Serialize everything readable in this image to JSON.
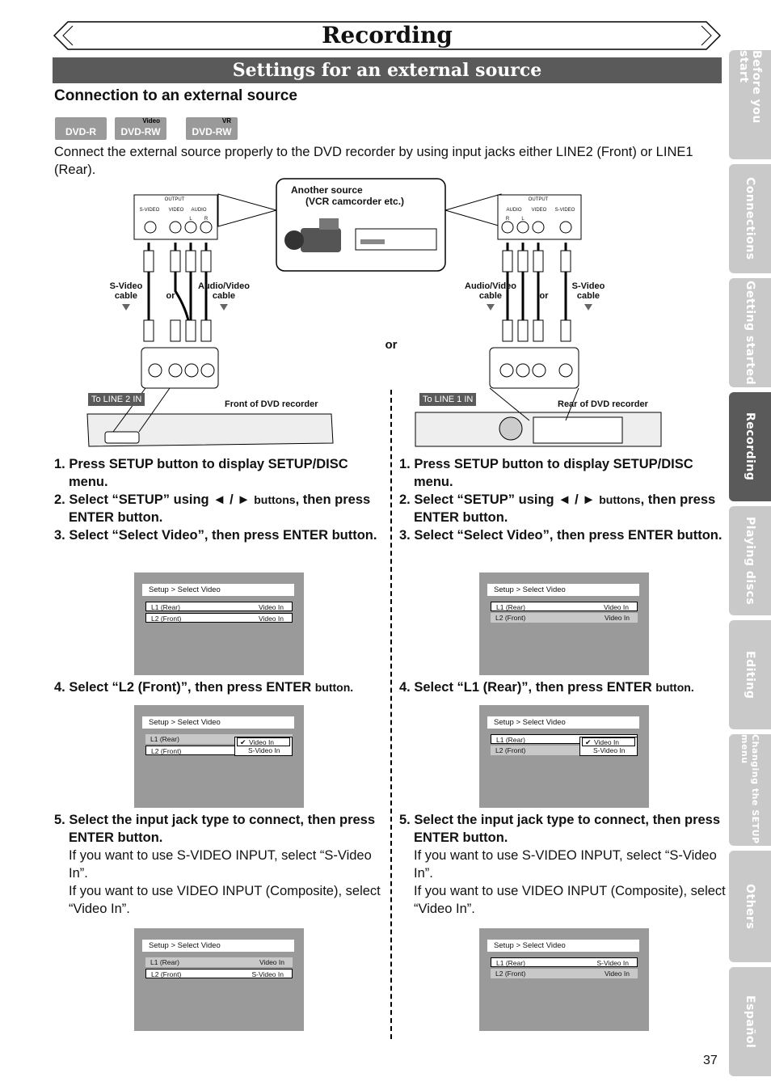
{
  "header": {
    "title": "Recording",
    "section": "Settings for an external source",
    "subheading": "Connection to an external source"
  },
  "badges": [
    {
      "top": "",
      "main": "DVD-R"
    },
    {
      "top": "Video",
      "main": "DVD-RW"
    },
    {
      "top": "VR",
      "main": "DVD-RW"
    }
  ],
  "intro": "Connect the external source properly to the DVD recorder by using input jacks either LINE2 (Front) or LINE1 (Rear).",
  "diagram": {
    "source_label_1": "Another source",
    "source_label_2": "(VCR camcorder etc.)",
    "output": "OUTPUT",
    "svideo_small": "S-VIDEO",
    "video_small": "VIDEO",
    "audio_small": "AUDIO",
    "l": "L",
    "r": "R",
    "svideo_cable_1": "S-Video",
    "svideo_cable_2": "cable",
    "av_cable_1": "Audio/Video",
    "av_cable_2": "cable",
    "or": "or",
    "or_center": "or",
    "to_line2": "To LINE 2 IN",
    "to_line1": "To LINE 1 IN",
    "front_label": "Front of DVD recorder",
    "rear_label": "Rear of DVD recorder"
  },
  "left_steps": {
    "s1": "1. Press SETUP button to display SETUP/DISC menu.",
    "s2a": "2. Select “SETUP” using ◄ / ►",
    "s2b": "buttons",
    "s2c": ", then press ENTER button.",
    "s3": "3. Select “Select Video”, then press ENTER button.",
    "s4a": "4. Select “L2 (Front)”, then press ENTER",
    "s4b": "button.",
    "s5": "5. Select the input jack type to connect, then press ENTER button.",
    "n1": "If you want to use S-VIDEO INPUT, select “S-Video In”.",
    "n2": "If you want to use VIDEO INPUT (Composite), select “Video In”."
  },
  "right_steps": {
    "s1": "1. Press SETUP button to display SETUP/DISC menu.",
    "s2a": "2. Select “SETUP” using ◄ / ►",
    "s2b": "buttons",
    "s2c": ", then press ENTER button.",
    "s3": "3. Select “Select Video”, then press ENTER button.",
    "s4a": "4. Select “L1 (Rear)”, then press ENTER",
    "s4b": "button.",
    "s5": "5. Select the input jack type to connect, then press ENTER button.",
    "n1": "If you want to use S-VIDEO INPUT, select “S-Video In”.",
    "n2": "If you want to use VIDEO INPUT (Composite), select “Video In”."
  },
  "screens": {
    "header": "Setup > Select Video",
    "l1": "L1 (Rear)",
    "l2": "L2 (Front)",
    "video_in": "Video In",
    "svideo_in": "S-Video In",
    "check": "✔"
  },
  "tabs": [
    {
      "label": "Before you start",
      "active": false
    },
    {
      "label": "Connections",
      "active": false
    },
    {
      "label": "Getting started",
      "active": false
    },
    {
      "label": "Recording",
      "active": true
    },
    {
      "label": "Playing discs",
      "active": false
    },
    {
      "label": "Editing",
      "active": false
    },
    {
      "label": "Changing the SETUP menu",
      "active": false
    },
    {
      "label": "Others",
      "active": false
    },
    {
      "label": "Español",
      "active": false
    }
  ],
  "page_number": "37"
}
